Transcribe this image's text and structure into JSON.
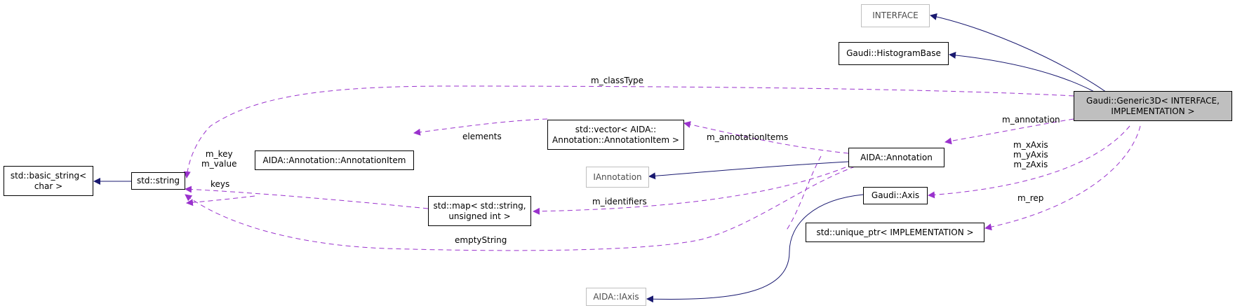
{
  "colors": {
    "inheritance_edge": "#191970",
    "usage_edge": "#9a32cd",
    "main_fill": "#bfbfbf",
    "external_border": "#bfbfbf",
    "node_border": "#000000"
  },
  "nodes": {
    "interface": {
      "lines": [
        "INTERFACE"
      ]
    },
    "histogram_base": {
      "lines": [
        "Gaudi::HistogramBase"
      ]
    },
    "generic3d": {
      "lines": [
        "Gaudi::Generic3D< INTERFACE,",
        "IMPLEMENTATION >"
      ]
    },
    "basic_string": {
      "lines": [
        "std::basic_string<",
        "char >"
      ]
    },
    "std_string": {
      "lines": [
        "std::string"
      ]
    },
    "annotation_item": {
      "lines": [
        "AIDA::Annotation::AnnotationItem"
      ]
    },
    "vector_items": {
      "lines": [
        "std::vector< AIDA::",
        "Annotation::AnnotationItem >"
      ]
    },
    "iannotation": {
      "lines": [
        "IAnnotation"
      ]
    },
    "aida_annotation": {
      "lines": [
        "AIDA::Annotation"
      ]
    },
    "std_map": {
      "lines": [
        "std::map< std::string,",
        "unsigned int >"
      ]
    },
    "gaudi_axis": {
      "lines": [
        "Gaudi::Axis"
      ]
    },
    "unique_ptr": {
      "lines": [
        "std::unique_ptr< IMPLEMENTATION >"
      ]
    },
    "aida_iaxis": {
      "lines": [
        "AIDA::IAxis"
      ]
    }
  },
  "edge_labels": {
    "m_classType": "m_classType",
    "m_annotation": "m_annotation",
    "axes": [
      "m_xAxis",
      "m_yAxis",
      "m_zAxis"
    ],
    "m_rep": "m_rep",
    "elements": "elements",
    "m_annotationItems": "m_annotationItems",
    "key_value": [
      "m_key",
      "m_value"
    ],
    "keys": "keys",
    "m_identifiers": "m_identifiers",
    "emptyString": "emptyString"
  }
}
